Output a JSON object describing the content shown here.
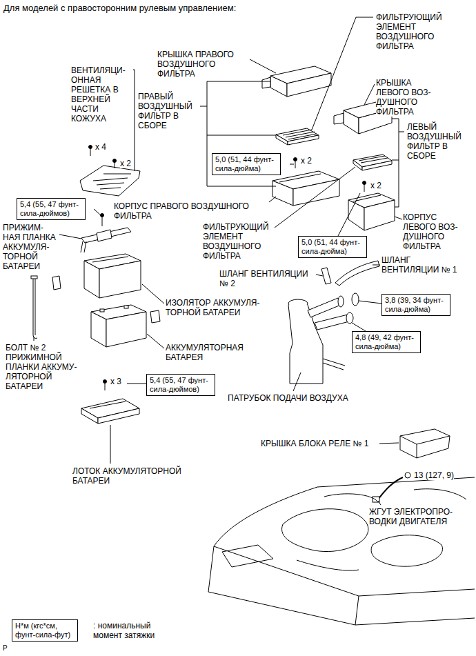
{
  "diagram": {
    "title": "Для моделей с правосторонним рулевым управлением:",
    "nodes": [
      {
        "text": [
          "5,0 (51, 44 фунт- сила-дюйма)"
        ]
      },
      {
        "text": [
          "5,4 (55, 47 фунт- сила-дюймов)"
        ]
      },
      {
        "text": [
          "5,0 (51, 44 фунт- сила-дюйма)"
        ]
      },
      {
        "text": [
          "3,8 (39, 34 фунт- сила-дюйма)"
        ]
      },
      {
        "text": [
          "4,8 (49, 42 фунт- сила-дюйма)"
        ]
      },
      {
        "text": [
          "5,4 (55, 47 фунт- сила-дюймов)"
        ]
      },
      {
        "text": [
          "Н*м (кгс*см, фунт-сила-фут)"
        ]
      }
    ],
    "labels": [
      "ФИЛЬТРУЮЩИЙ ЭЛЕМЕНТ ВОЗДУШНОГО ФИЛЬТРА",
      "КРЫШКА ПРАВОГО ВОЗДУШНОГО ФИЛЬТРА",
      "ВЕНТИЛЯЦИ- ОННАЯ РЕШЕТКА В ВЕРХНЕЙ ЧАСТИ КОЖУХА",
      "КРЫШКА ЛЕВОГО ВОЗ- ДУШНОГО ФИЛЬТРА",
      "ПРАВЫЙ ВОЗДУШНЫЙ ФИЛЬТР В СБОРЕ",
      "ЛЕВЫЙ ВОЗДУШНЫЙ ФИЛЬТР В СБОРЕ",
      "x 4",
      "x 2",
      "x 2",
      "x 2",
      "КОРПУС ПРАВОГО ВОЗДУШНОГО ФИЛЬТРА",
      "КОРПУС ЛЕВОГО ВОЗ- ДУШНОГО ФИЛЬТРА",
      "ФИЛЬТРУЮЩИЙ ЭЛЕМЕНТ ВОЗДУШНОГО ФИЛЬТРА",
      "ПРИЖИМ- НАЯ ПЛАНКА АККУМУЛЯ- ТОРНОЙ БАТАРЕИ",
      "ШЛАНГ ВЕНТИЛЯЦИИ № 1",
      "ШЛАНГ ВЕНТИЛЯЦИИ № 2",
      "ИЗОЛЯТОР АККУМУЛЯ- ТОРНОЙ БАТАРЕИ",
      "АККУМУЛЯТОРНАЯ БАТАРЕЯ",
      "БОЛТ № 2 ПРИЖИМНОЙ ПЛАНКИ АККУМУ- ЛЯТОРНОЙ БАТАРЕИ",
      "x 3",
      "ПАТРУБОК ПОДАЧИ ВОЗДУХА",
      "КРЫШКА БЛОКА РЕЛЕ № 1",
      "ЛОТОК АККУМУЛЯТОРНОЙ БАТАРЕИ",
      "13 (127, 9)",
      "ЖГУТ ЭЛЕКТРОПРО- ВОДКИ ДВИГАТЕЛЯ",
      ": номинальный момент затяжки",
      "P"
    ]
  }
}
